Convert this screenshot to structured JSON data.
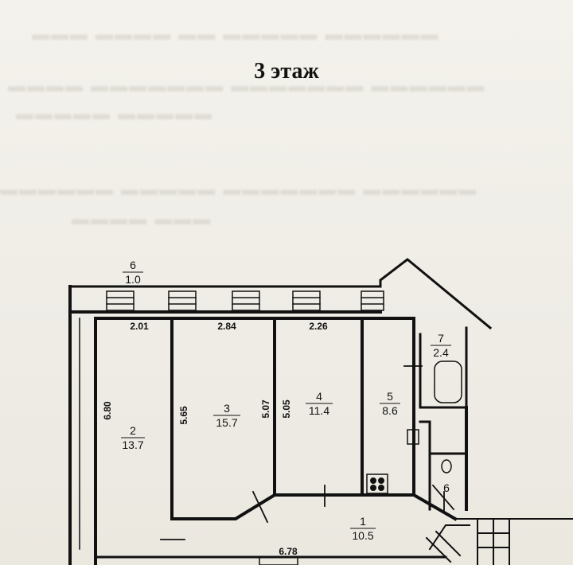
{
  "title": "3 этаж",
  "rooms": [
    {
      "number": "6",
      "area": "1.0"
    },
    {
      "number": "2",
      "area": "13.7"
    },
    {
      "number": "3",
      "area": "15.7"
    },
    {
      "number": "4",
      "area": "11.4"
    },
    {
      "number": "5",
      "area": "8.6"
    },
    {
      "number": "7",
      "area": "2.4"
    },
    {
      "number": "1",
      "area": "10.5"
    },
    {
      "number": "6"
    }
  ],
  "dimensions": {
    "top_1": "2.01",
    "top_2": "2.84",
    "top_3": "2.26",
    "v_room2": "6.80",
    "v_room3": "5.65",
    "v_room3b": "5.07",
    "v_room4": "5.05",
    "bottom": "6.78"
  }
}
